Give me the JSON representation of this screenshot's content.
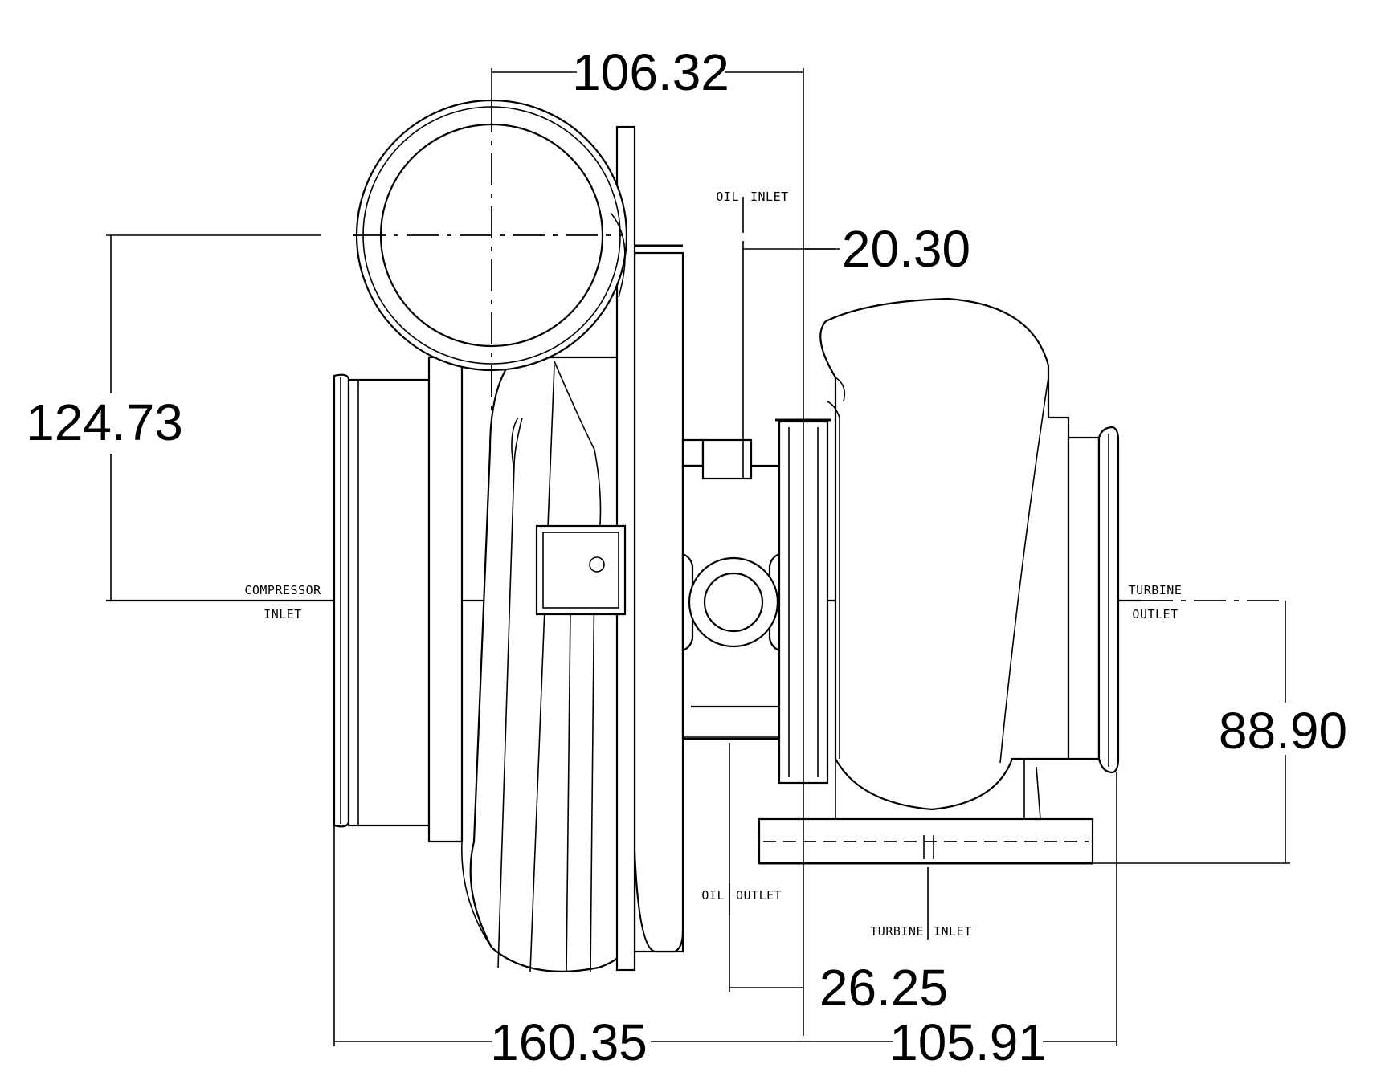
{
  "dimensions": {
    "compressor_outlet_offset": "106.32",
    "oil_inlet_offset": "20.30",
    "compressor_outlet_height": "124.73",
    "turbine_flange_height": "88.90",
    "oil_outlet_offset": "26.25",
    "compressor_inlet_length": "160.35",
    "turbine_outlet_length": "105.91"
  },
  "labels": {
    "oil_inlet_left": "OIL",
    "oil_inlet_right": "INLET",
    "oil_outlet_left": "OIL",
    "oil_outlet_right": "OUTLET",
    "compressor_inlet_top": "COMPRESSOR",
    "compressor_inlet_bottom": "INLET",
    "turbine_outlet_top": "TURBINE",
    "turbine_outlet_bottom": "OUTLET",
    "turbine_inlet_left": "TURBINE",
    "turbine_inlet_right": "INLET"
  }
}
